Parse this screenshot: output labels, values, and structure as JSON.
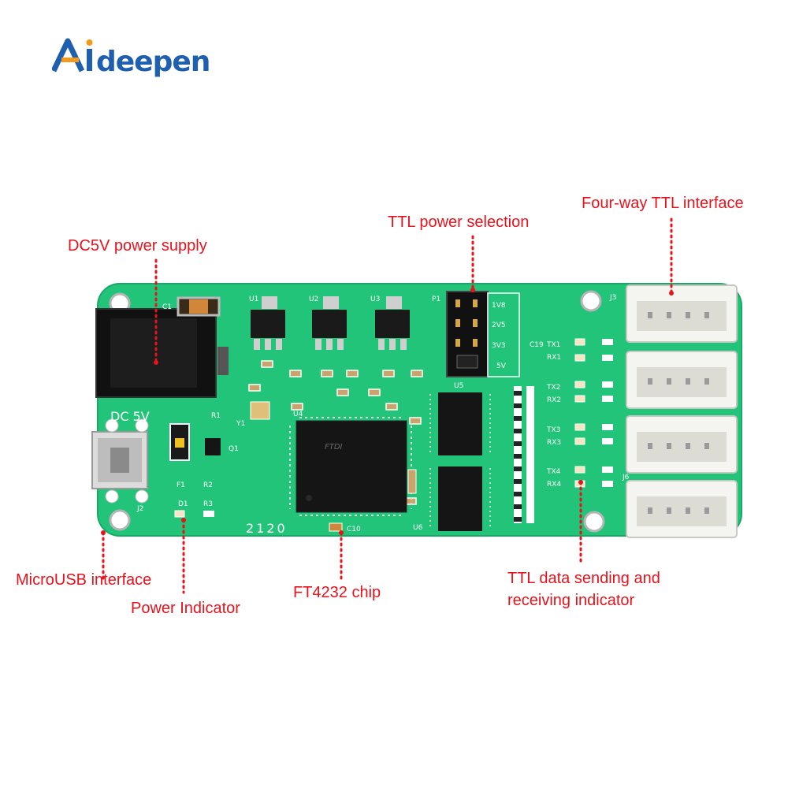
{
  "brand": {
    "logo_text": "Aideepen"
  },
  "colors": {
    "label": "#e8121c",
    "pcb": "#22c47a",
    "logo_blue": "#1f5fb0",
    "logo_orange": "#f39a1e"
  },
  "annotations": {
    "dc5v": "DC5V power supply",
    "ttl_power": "TTL power selection",
    "four_way": "Four-way TTL interface",
    "microusb": "MicroUSB interface",
    "power_indicator": "Power Indicator",
    "ft4232": "FT4232 chip",
    "ttl_indicator_line1": "TTL data sending and",
    "ttl_indicator_line2": "receiving indicator"
  },
  "board": {
    "dc_5v": "DC  5V",
    "jumper_labels": [
      "1V8",
      "2V5",
      "3V3",
      "5V"
    ],
    "tx_rx": [
      [
        "TX1",
        "RX1"
      ],
      [
        "TX2",
        "RX2"
      ],
      [
        "TX3",
        "RX3"
      ],
      [
        "TX4",
        "RX4"
      ]
    ],
    "chip_marking": "FTDI",
    "board_number": "2120",
    "refs": {
      "u1": "U1",
      "u2": "U2",
      "u3": "U3",
      "u4": "U4",
      "u5": "U5",
      "u6": "U6",
      "p1": "P1",
      "c1": "C1",
      "c10": "C10",
      "c19": "C19",
      "j2": "J2",
      "j3": "J3",
      "j6": "J6",
      "d1": "D1",
      "r1": "R1",
      "r2": "R2",
      "r3": "R3",
      "f1": "F1",
      "q1": "Q1",
      "y1": "Y1"
    }
  }
}
